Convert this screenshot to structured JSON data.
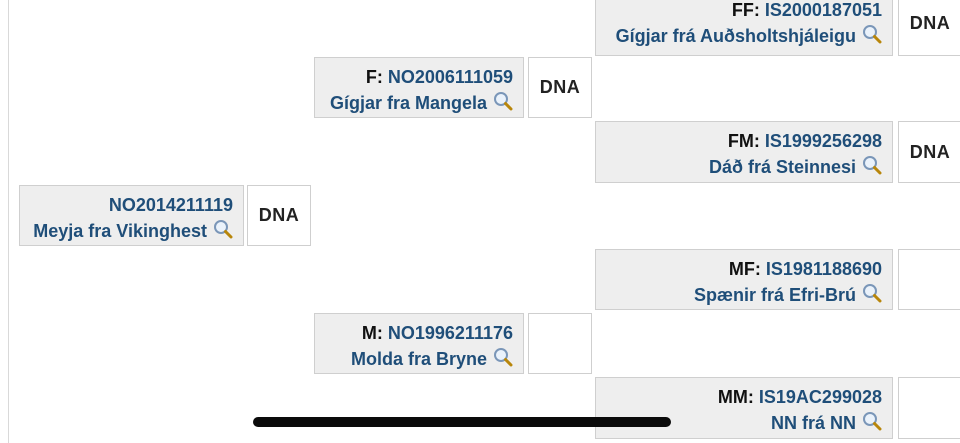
{
  "subject": {
    "reg": "NO2014211119",
    "name": "Meyja fra Vikinghest",
    "dna": "DNA"
  },
  "sire": {
    "role": "F:",
    "reg": "NO2006111059",
    "name": "Gígjar fra Mangela",
    "dna": "DNA"
  },
  "dam": {
    "role": "M:",
    "reg": "NO1996211176",
    "name": "Molda fra Bryne",
    "dna": ""
  },
  "ff": {
    "role": "FF:",
    "reg": "IS2000187051",
    "name": "Gígjar frá Auðsholtshjáleigu",
    "dna": "DNA"
  },
  "fm": {
    "role": "FM:",
    "reg": "IS1999256298",
    "name": "Dáð frá Steinnesi",
    "dna": "DNA"
  },
  "mf": {
    "role": "MF:",
    "reg": "IS1981188690",
    "name": "Spænir frá Efri-Brú",
    "dna": ""
  },
  "mm": {
    "role": "MM:",
    "reg": "IS19AC299028",
    "name": "NN frá NN",
    "dna": ""
  },
  "icons": {
    "details": "magnifier-icon",
    "scroll": "horizontal-scrollbar"
  },
  "colors": {
    "link": "#1f4e79",
    "box_bg": "#eeeeee",
    "border": "#cfcfcf"
  }
}
